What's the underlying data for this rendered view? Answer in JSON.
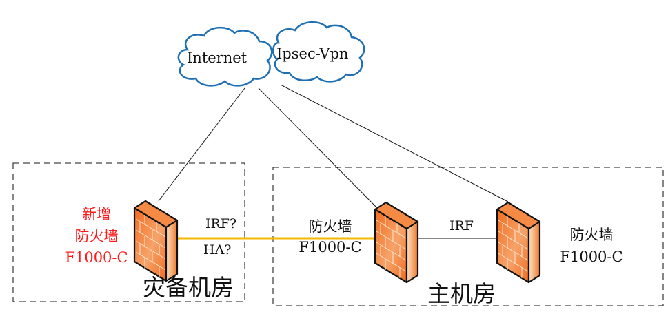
{
  "clouds": [
    {
      "id": "internet",
      "label": "Internet"
    },
    {
      "id": "ipsec",
      "label": "Ipsec-Vpn"
    }
  ],
  "zones": {
    "backup": {
      "label": "灾备机房"
    },
    "main": {
      "label": "主机房"
    }
  },
  "firewalls": [
    {
      "id": "new",
      "lines": [
        "新增",
        "防火墙",
        "F1000-C"
      ],
      "highlight_color": "#ff1a1a"
    },
    {
      "id": "main1",
      "lines": [
        "防火墙",
        "F1000-C"
      ]
    },
    {
      "id": "main2",
      "lines": [
        "防火墙",
        "F1000-C"
      ]
    }
  ],
  "links": {
    "backup_to_main": {
      "labels": [
        "IRF?",
        "HA?"
      ],
      "color": "#f5b800"
    },
    "main_irf": {
      "label": "IRF",
      "color": "#000000"
    }
  },
  "colors": {
    "cloud_stroke": "#1f6fb5",
    "firewall_orange": "#f07a2a",
    "dashed_border": "#444444"
  }
}
